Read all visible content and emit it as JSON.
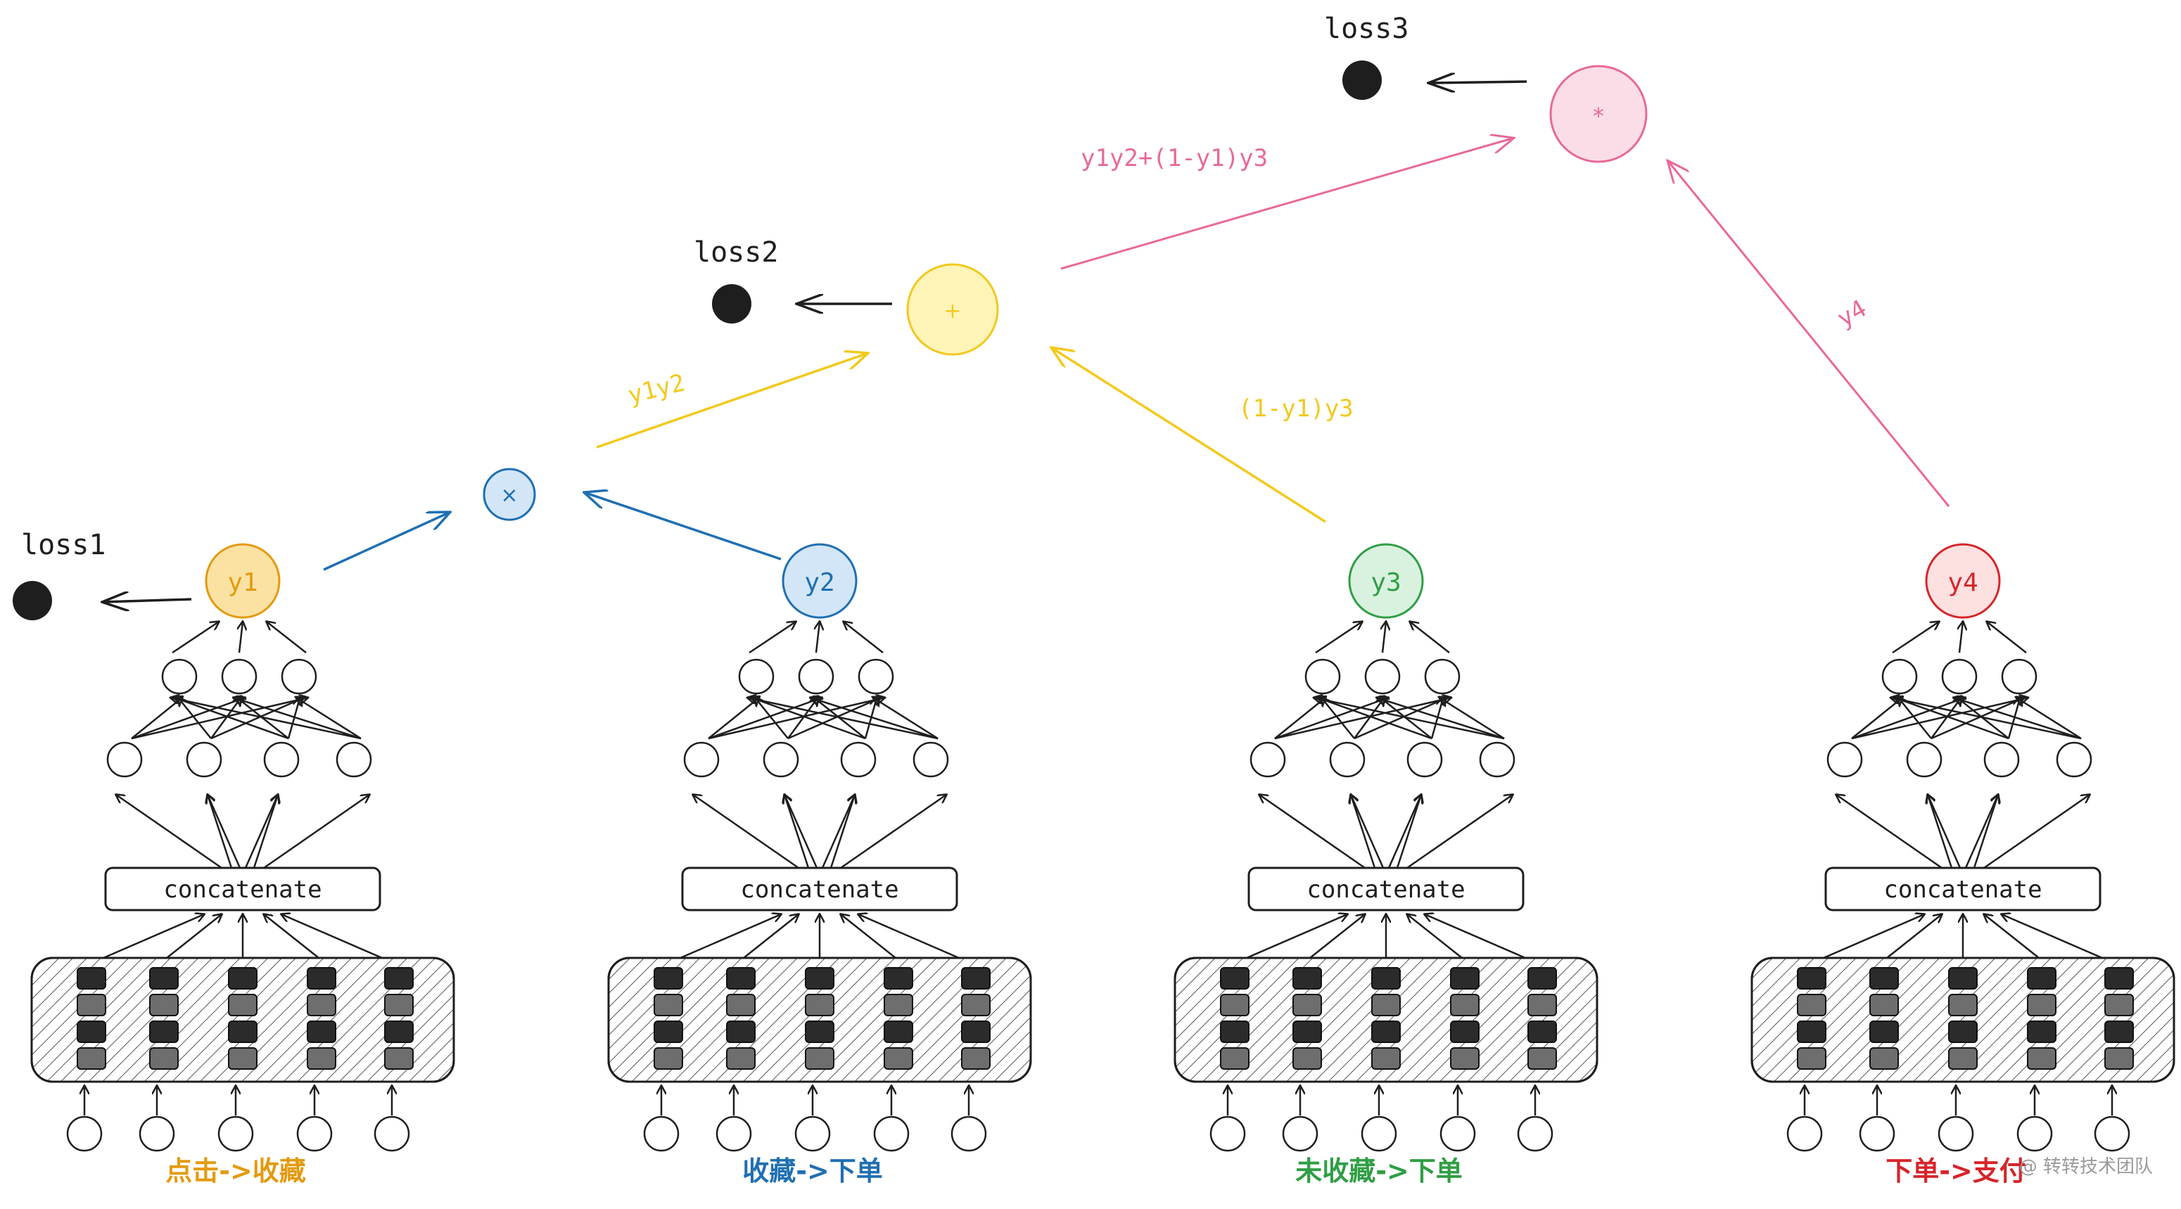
{
  "colors": {
    "ink": "#1e1e1e",
    "orange": "#e39a0f",
    "blue": "#1f6fb2",
    "yellow": "#f2c91e",
    "green": "#2f9e44",
    "red": "#d6252a",
    "pink": "#e8699a",
    "fill_orange": "#fbe2a3",
    "fill_blue": "#d3e6f7",
    "fill_yellow": "#fff4b8",
    "fill_pink": "#fbdde7",
    "block_dark": "#2b2b2b",
    "block_gray": "#6e6e6e"
  },
  "losses": {
    "loss1": "loss1",
    "loss2": "loss2",
    "loss3": "loss3"
  },
  "operators": {
    "mul1": "×",
    "add": "+",
    "mul2": "*"
  },
  "edge_labels": {
    "y1y2": "y1y2",
    "one_minus_y1_y3": "(1-y1)y3",
    "combined": "y1y2+(1-y1)y3",
    "y4": "y4"
  },
  "towers": [
    {
      "id": "t1",
      "output": "y1",
      "layer": "concatenate",
      "task": "点击->收藏",
      "color_key": "orange"
    },
    {
      "id": "t2",
      "output": "y2",
      "layer": "concatenate",
      "task": "收藏->下单",
      "color_key": "blue"
    },
    {
      "id": "t3",
      "output": "y3",
      "layer": "concatenate",
      "task": "未收藏->下单",
      "color_key": "green"
    },
    {
      "id": "t4",
      "output": "y4",
      "layer": "concatenate",
      "task": "下单->支付",
      "color_key": "red"
    }
  ],
  "watermark": "@ 转转技术团队"
}
